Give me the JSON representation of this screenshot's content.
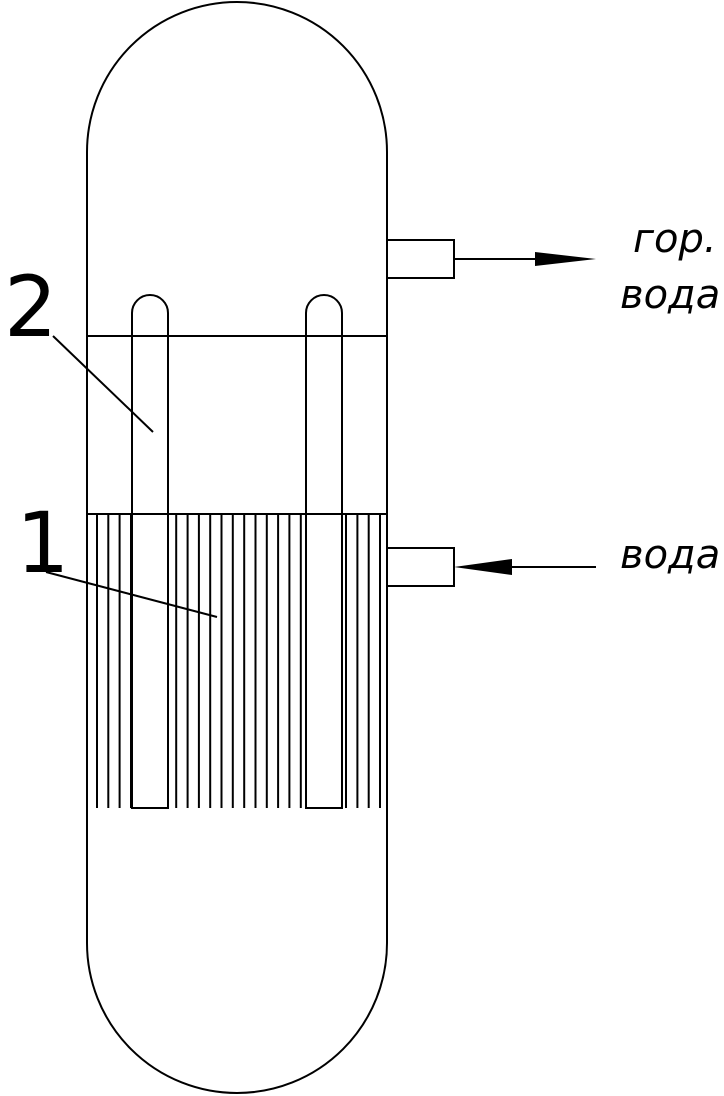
{
  "labels": {
    "element_1": "1",
    "element_2": "2",
    "outlet_line1": "гор.",
    "outlet_line2": "вода",
    "inlet": "вода"
  },
  "colors": {
    "stroke": "#000000",
    "background": "#ffffff"
  },
  "fin_count": 26
}
